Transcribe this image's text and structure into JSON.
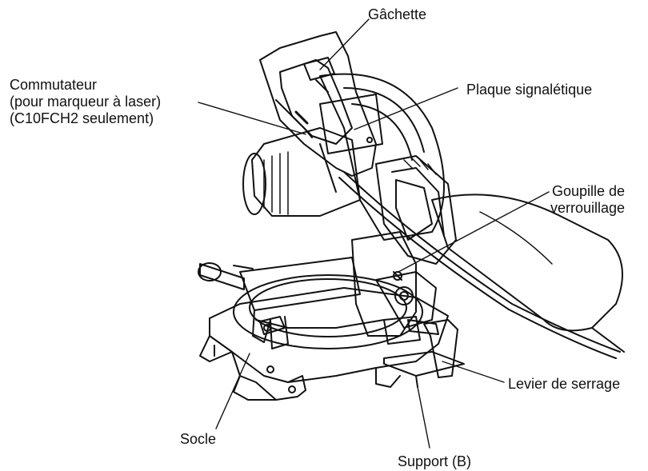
{
  "labels": {
    "gachette": "Gâchette",
    "commutateur_line1": "Commutateur",
    "commutateur_line2": "(pour marqueur à laser)",
    "commutateur_line3": "(C10FCH2 seulement)",
    "plaque": "Plaque signalétique",
    "goupille_line1": "Goupille de",
    "goupille_line2": "verrouillage",
    "levier": "Levier de serrage",
    "socle": "Socle",
    "support": "Support (B)"
  },
  "colors": {
    "line": "#111111",
    "background": "#ffffff"
  }
}
